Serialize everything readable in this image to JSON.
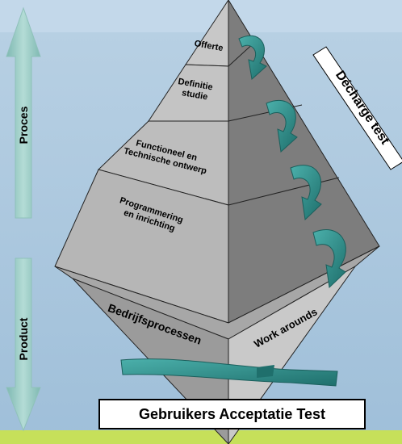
{
  "colors": {
    "background_top": "#b9d1e4",
    "background_bottom": "#9fbfd9",
    "bottom_strip": "#c6e05a",
    "face_light": "#c4c4c4",
    "face_mid": "#9b9b9b",
    "face_dark": "#7d7d7d",
    "arrow_teal": "#2f8f8c",
    "side_arrow": "#9fcdc6"
  },
  "side_arrows": {
    "top": {
      "label": "Proces"
    },
    "bottom": {
      "label": "Product"
    }
  },
  "pyramid_layers": [
    {
      "id": "offerte",
      "lines": [
        "Offerte"
      ]
    },
    {
      "id": "definitie",
      "lines": [
        "Definitie",
        "studie"
      ]
    },
    {
      "id": "ontwerp",
      "lines": [
        "Functioneel en",
        "Technische ontwerp"
      ]
    },
    {
      "id": "programmering",
      "lines": [
        "Programmering",
        "en inrichting"
      ]
    }
  ],
  "decharge_label": "Décharge test",
  "lower_left_label": "Bedrijfsprocessen",
  "lower_right_label": "Work arounds",
  "uat_label": "Gebruikers Acceptatie Test"
}
